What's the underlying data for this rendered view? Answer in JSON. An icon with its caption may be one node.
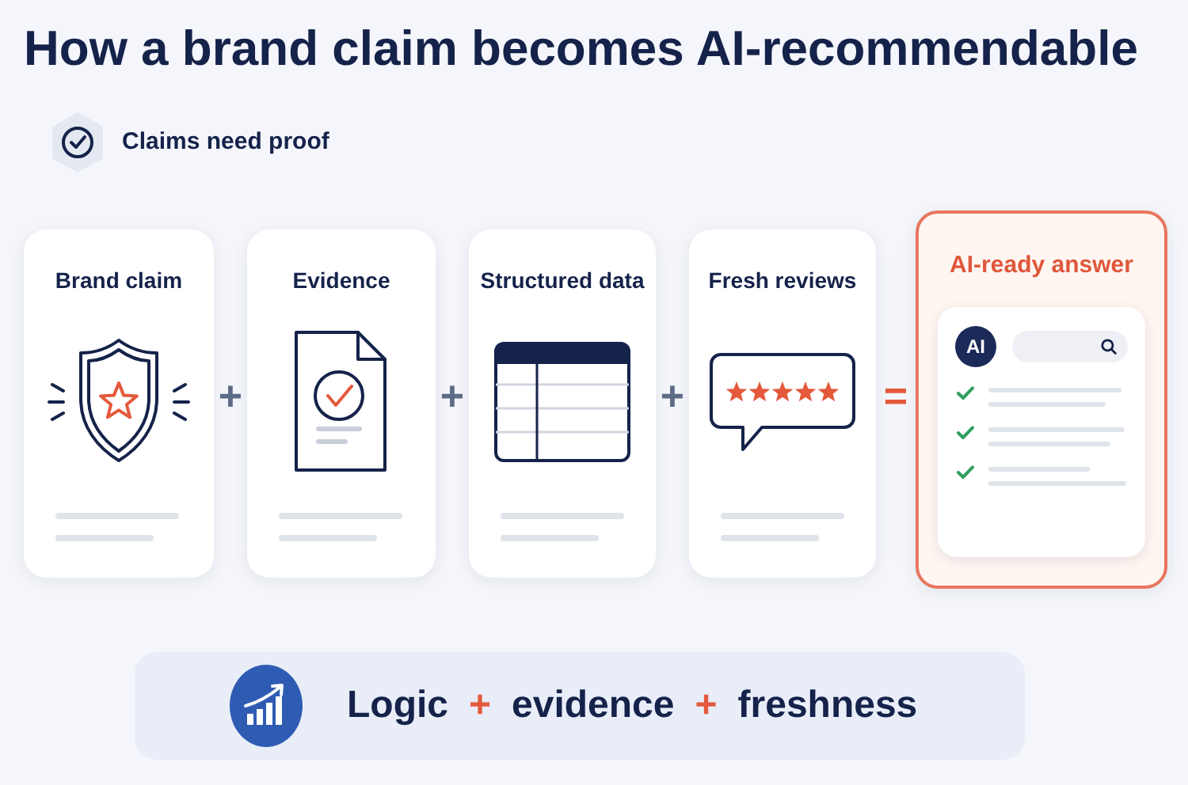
{
  "diagram": {
    "title": "How a brand claim becomes AI-recommendable",
    "nodes": [
      {
        "text": [
          "Brand claim"
        ]
      },
      {
        "text": [
          "Evidence"
        ]
      },
      {
        "text": [
          "Structured data"
        ]
      },
      {
        "text": [
          "Fresh reviews"
        ]
      },
      {
        "text": [
          "AI-ready answer"
        ]
      },
      {
        "text": [
          "AI"
        ],
        "in": 4
      },
      {
        "text": [
          "Logic",
          "+",
          "evidence",
          "+",
          "freshness"
        ]
      }
    ],
    "labels": [
      "Claims need proof",
      "+",
      "+",
      "+",
      "="
    ]
  }
}
